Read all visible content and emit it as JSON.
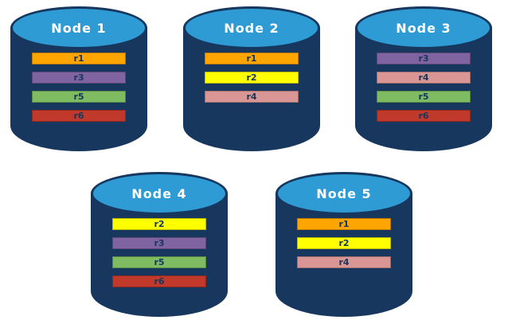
{
  "diagram": {
    "description": "Five database nodes with replicated records",
    "colors": {
      "cylinder_body": "#17375E",
      "cylinder_top": "#2E9BD5",
      "title_text": "#FFFFFF",
      "record_text": "#17375E",
      "r1": "#FFA500",
      "r2": "#FFFF00",
      "r3": "#8064A2",
      "r4": "#D99694",
      "r5": "#7EBB61",
      "r6": "#C0392B"
    },
    "nodes": [
      {
        "title": "Node 1",
        "records": [
          {
            "label": "r1",
            "color": "#FFA500"
          },
          {
            "label": "r3",
            "color": "#8064A2"
          },
          {
            "label": "r5",
            "color": "#7EBB61"
          },
          {
            "label": "r6",
            "color": "#C0392B"
          }
        ]
      },
      {
        "title": "Node 2",
        "records": [
          {
            "label": "r1",
            "color": "#FFA500"
          },
          {
            "label": "r2",
            "color": "#FFFF00"
          },
          {
            "label": "r4",
            "color": "#D99694"
          }
        ]
      },
      {
        "title": "Node 3",
        "records": [
          {
            "label": "r3",
            "color": "#8064A2"
          },
          {
            "label": "r4",
            "color": "#D99694"
          },
          {
            "label": "r5",
            "color": "#7EBB61"
          },
          {
            "label": "r6",
            "color": "#C0392B"
          }
        ]
      },
      {
        "title": "Node 4",
        "records": [
          {
            "label": "r2",
            "color": "#FFFF00"
          },
          {
            "label": "r3",
            "color": "#8064A2"
          },
          {
            "label": "r5",
            "color": "#7EBB61"
          },
          {
            "label": "r6",
            "color": "#C0392B"
          }
        ]
      },
      {
        "title": "Node 5",
        "records": [
          {
            "label": "r1",
            "color": "#FFA500"
          },
          {
            "label": "r2",
            "color": "#FFFF00"
          },
          {
            "label": "r4",
            "color": "#D99694"
          }
        ]
      }
    ]
  }
}
